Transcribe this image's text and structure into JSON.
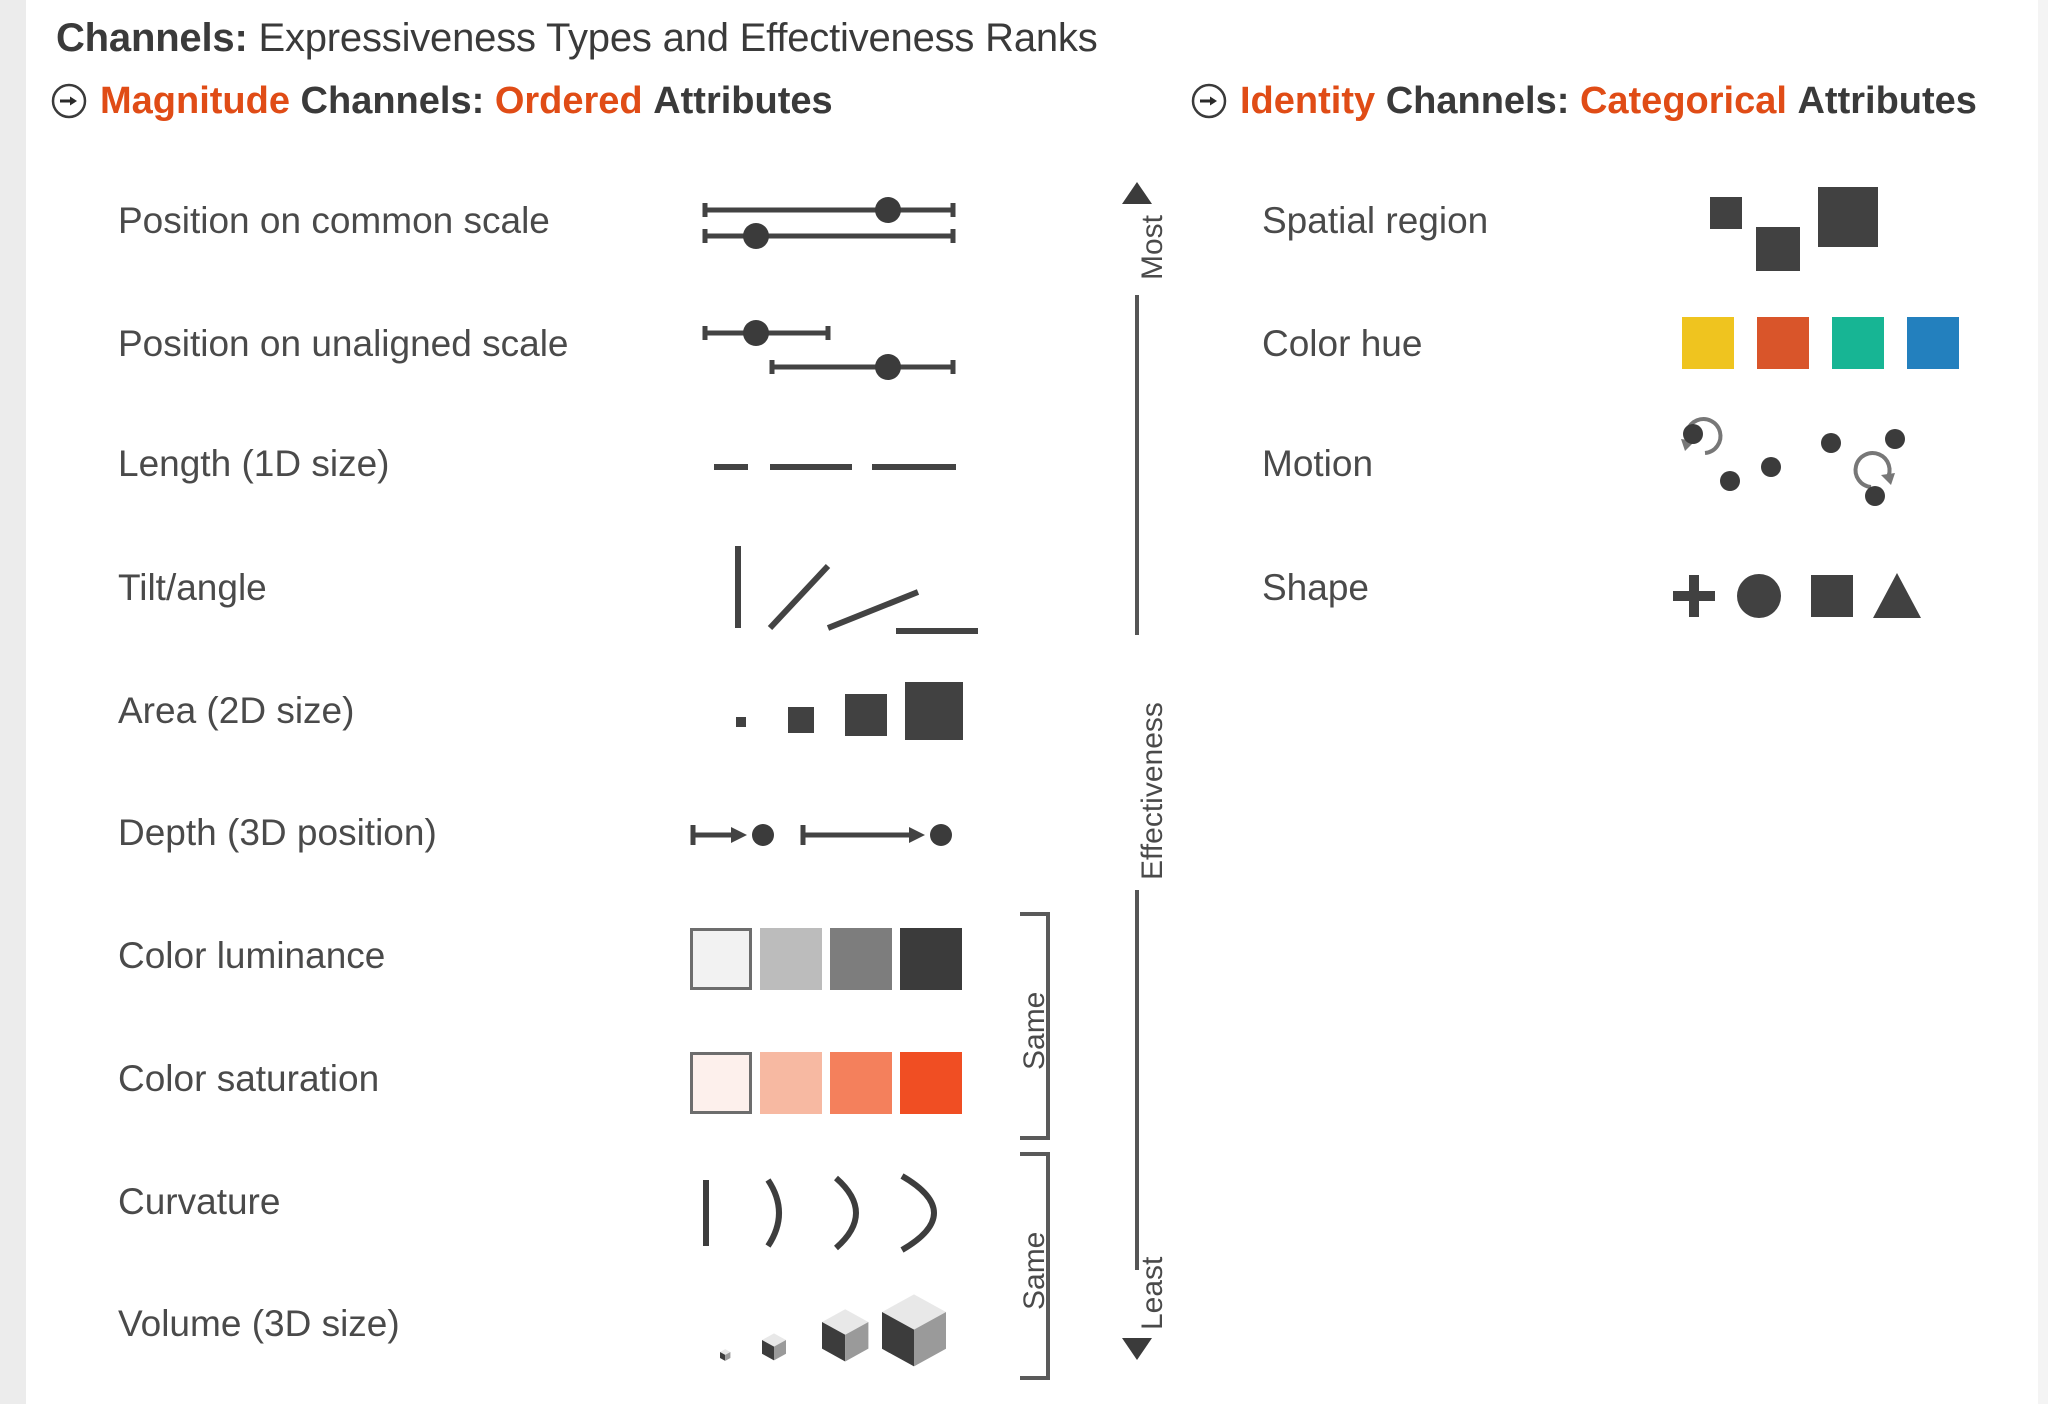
{
  "title": {
    "bold_part": "Channels:",
    "rest": " Expressiveness Types and Effectiveness Ranks"
  },
  "colors": {
    "accent": "#e04c16",
    "ink": "#3c3c3c",
    "label": "#4a4a4a",
    "mark": "#414141",
    "hue_yellow": "#efc41f",
    "hue_orange": "#d9552a",
    "hue_teal": "#17b594",
    "hue_blue": "#2380be",
    "lum1": "#f2f2f2",
    "lum2": "#bcbcbc",
    "lum3": "#7d7d7d",
    "lum4": "#3b3b3b",
    "sat1": "#fdf0ec",
    "sat2": "#f7b9a2",
    "sat3": "#f4805c",
    "sat4": "#f04e23"
  },
  "magnitude": {
    "icon": "circled-arrow-right-icon",
    "head_kw1": "Magnitude",
    "head_mid": "Channels:",
    "head_kw2": "Ordered",
    "head_end": "Attributes",
    "rows": [
      {
        "label": "Position on common scale",
        "glyph": "two-aligned-range-bars"
      },
      {
        "label": "Position on unaligned scale",
        "glyph": "two-offset-range-bars"
      },
      {
        "label": "Length (1D size)",
        "glyph": "three-increasing-lines"
      },
      {
        "label": "Tilt/angle",
        "glyph": "four-tilted-lines"
      },
      {
        "label": "Area (2D size)",
        "glyph": "four-increasing-squares"
      },
      {
        "label": "Depth (3D position)",
        "glyph": "two-depth-arrows"
      },
      {
        "label": "Color luminance",
        "glyph": "four-gray-swatches"
      },
      {
        "label": "Color saturation",
        "glyph": "four-orange-swatches"
      },
      {
        "label": "Curvature",
        "glyph": "four-increasing-arcs"
      },
      {
        "label": "Volume (3D size)",
        "glyph": "four-increasing-cubes"
      }
    ]
  },
  "identity": {
    "icon": "circled-arrow-right-icon",
    "head_kw1": "Identity",
    "head_mid": "Channels:",
    "head_kw2": "Categorical",
    "head_end": "Attributes",
    "rows": [
      {
        "label": "Spatial region",
        "glyph": "three-scattered-squares"
      },
      {
        "label": "Color hue",
        "glyph": "four-color-swatches"
      },
      {
        "label": "Motion",
        "glyph": "moving-dots"
      },
      {
        "label": "Shape",
        "glyph": "plus-circle-square-triangle"
      }
    ]
  },
  "axis": {
    "top_label": "Most",
    "mid_label": "Effectiveness",
    "bottom_label": "Least",
    "up_arrow": "triangle-up-icon",
    "down_arrow": "triangle-down-icon"
  },
  "brackets": [
    {
      "label": "Same",
      "groups": "Color luminance + Color saturation"
    },
    {
      "label": "Same",
      "groups": "Curvature + Volume (3D size)"
    }
  ],
  "chart_data": {
    "type": "table",
    "title": "Channels: Expressiveness Types and Effectiveness Ranks",
    "ylabel": "Effectiveness",
    "ylim": [
      "Least",
      "Most"
    ],
    "series": [
      {
        "name": "Magnitude Channels: Ordered Attributes",
        "values": [
          "Position on common scale",
          "Position on unaligned scale",
          "Length (1D size)",
          "Tilt/angle",
          "Area (2D size)",
          "Depth (3D position)",
          "Color luminance",
          "Color saturation",
          "Curvature",
          "Volume (3D size)"
        ]
      },
      {
        "name": "Identity Channels: Categorical Attributes",
        "values": [
          "Spatial region",
          "Color hue",
          "Motion",
          "Shape"
        ]
      }
    ],
    "annotations": [
      "Same (Color luminance, Color saturation)",
      "Same (Curvature, Volume (3D size))",
      "Most",
      "Least"
    ]
  }
}
